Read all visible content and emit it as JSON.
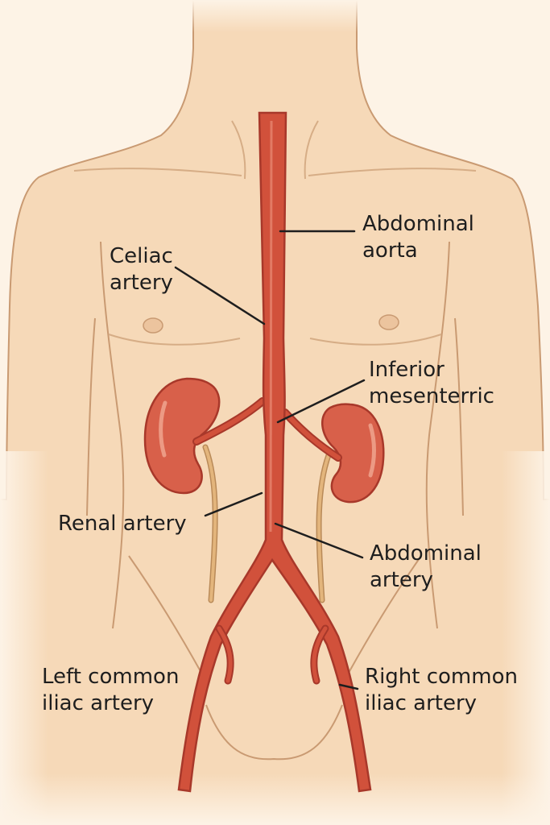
{
  "labels": {
    "abdominal_aorta": [
      "Abdominal",
      "aorta"
    ],
    "celiac_artery": [
      "Celiac",
      "artery"
    ],
    "inferior_mesenteric": [
      "Inferior",
      "mesenterric"
    ],
    "renal_artery": [
      "Renal artery"
    ],
    "abdominal_artery": [
      "Abdominal",
      "artery"
    ],
    "left_common_iliac": [
      "Left common",
      "iliac artery"
    ],
    "right_common_iliac": [
      "Right common",
      "iliac artery"
    ]
  },
  "colors": {
    "background": "#fdf3e6",
    "skin": "#f6d9b8",
    "skin_outline": "#c99a72",
    "artery": "#d1513b",
    "artery_dark": "#a8382a",
    "kidney": "#d8604a",
    "ureter": "#d8ac72",
    "leader_line": "#1e1e1e"
  }
}
